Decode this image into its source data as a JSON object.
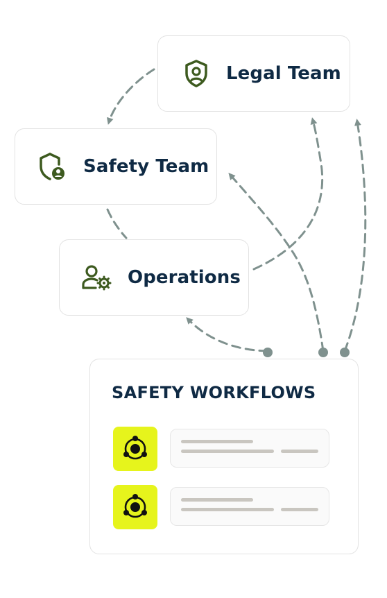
{
  "nodes": {
    "legal": {
      "label": "Legal Team",
      "icon": "shield-user-icon"
    },
    "safety": {
      "label": "Safety Team",
      "icon": "shield-person-icon"
    },
    "operations": {
      "label": "Operations",
      "icon": "user-gear-icon"
    }
  },
  "workflows": {
    "title": "SAFETY WORKFLOWS",
    "rows": [
      {
        "icon": "orbit-network-icon"
      },
      {
        "icon": "orbit-network-icon"
      }
    ]
  },
  "colors": {
    "text": "#0f2a44",
    "icon_green": "#3d5a1f",
    "connector": "#7f918e",
    "badge": "#e6f41c",
    "border": "#e2e2e2"
  }
}
